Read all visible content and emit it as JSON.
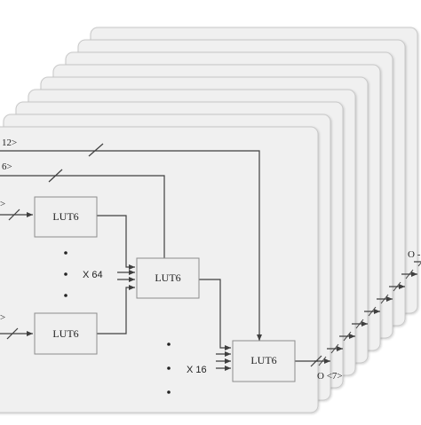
{
  "diagram": {
    "blocks": {
      "lut_a": "LUT6",
      "lut_b": "LUT6",
      "lut_mid": "LUT6",
      "lut_out": "LUT6"
    },
    "inputs": {
      "in1": "12>",
      "in2": "6>",
      "in3": ">",
      "in4": ">"
    },
    "multipliers": {
      "first": "X 64",
      "second": "X 16"
    },
    "outputs": {
      "front": "O <7>",
      "back": "O -"
    },
    "colors": {
      "panel_fill": "#f0f0f0",
      "panel_stroke": "#c8c8c8",
      "box_fill": "#efefef",
      "box_stroke": "#8c8c8c",
      "wire": "#3f3f3f"
    }
  }
}
